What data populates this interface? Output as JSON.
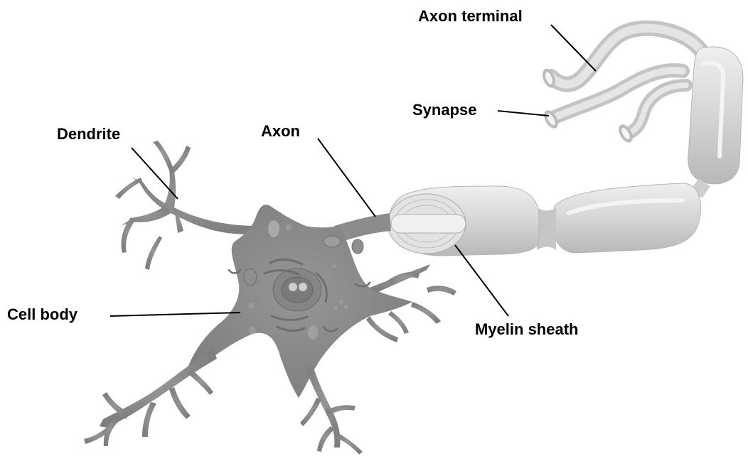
{
  "labels": {
    "axon_terminal": "Axon terminal",
    "synapse": "Synapse",
    "dendrite": "Dendrite",
    "axon": "Axon",
    "cell_body": "Cell body",
    "myelin_sheath": "Myelin sheath"
  },
  "colors": {
    "cell_body": "#8a8a8a",
    "organelle": "#7a7a7a",
    "myelin": "#d4d4d4",
    "myelin_highlight": "#f2f2f2",
    "terminal": "#dcdcdc",
    "leader_line": "#000000"
  }
}
